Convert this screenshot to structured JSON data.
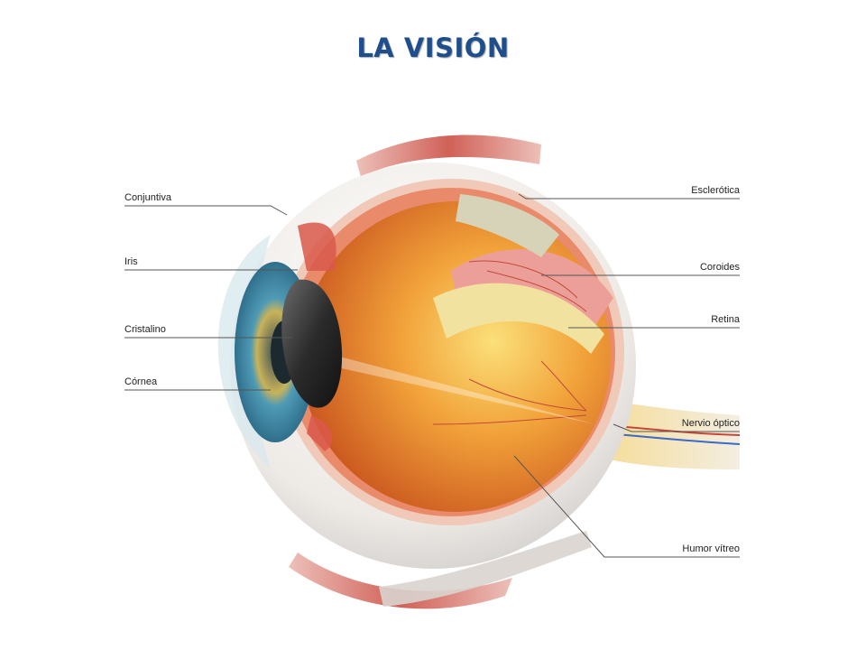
{
  "title": "LA VISIÓN",
  "labels": {
    "left": [
      "Conjuntiva",
      "Iris",
      "Cristalino",
      "Córnea"
    ],
    "right": [
      "Esclerótica",
      "Coroides",
      "Retina",
      "Nervio óptico",
      "Humor vítreo"
    ]
  },
  "colors": {
    "title": "#1f4e8c",
    "vitreous": "#e88a2a",
    "retina": "#f2e2a0",
    "choroid": "#e9a09a",
    "sclera": "#f3ece3",
    "iris": "#5d9fb5",
    "muscle": "#c8453a"
  }
}
